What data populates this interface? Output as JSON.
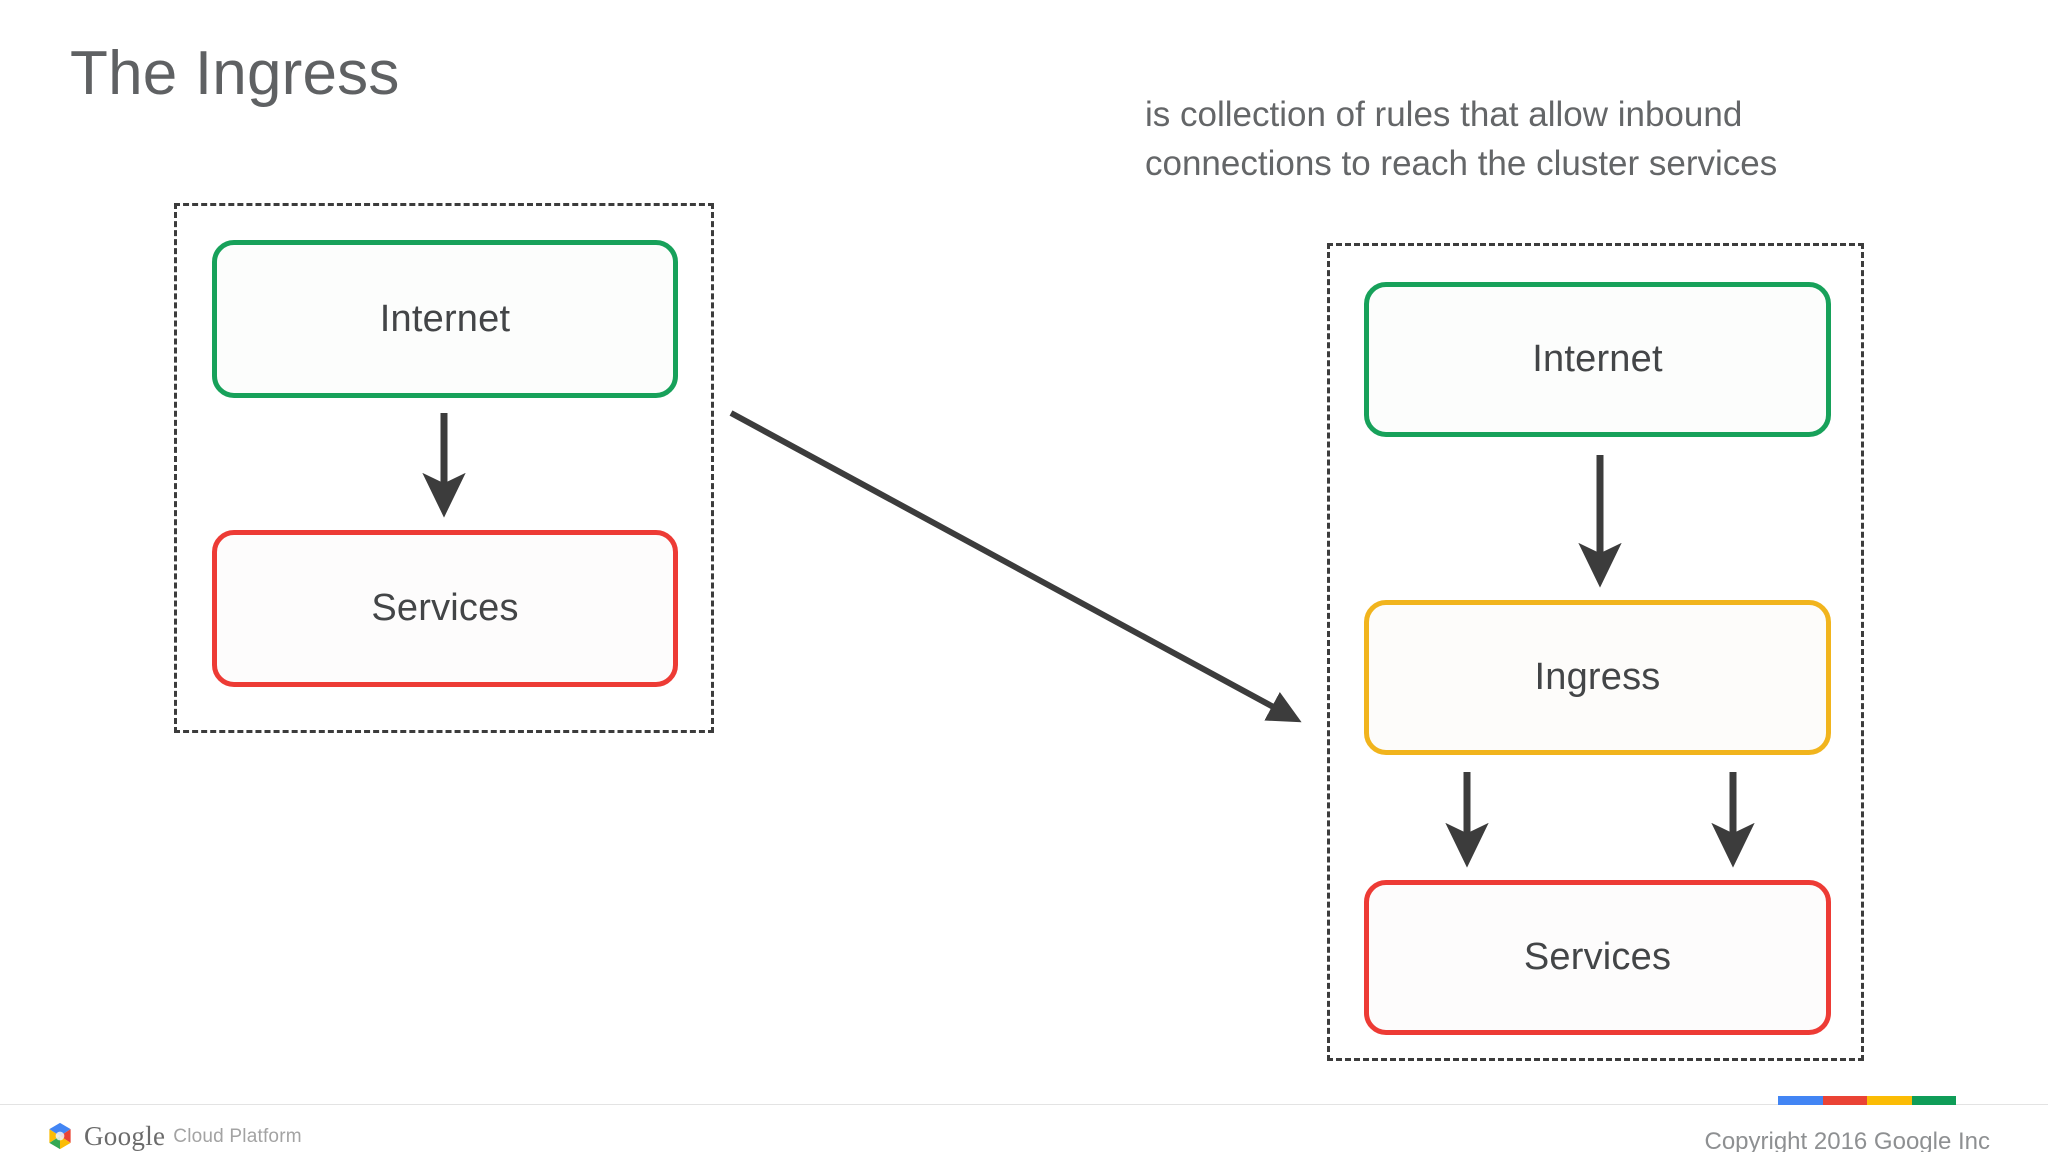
{
  "slide": {
    "title": "The Ingress",
    "description_lines": [
      "is collection of rules that allow inbound",
      "connections to reach the cluster services"
    ]
  },
  "left_cluster": {
    "nodes": [
      {
        "label": "Internet",
        "color": "#17a15a",
        "kind": "green"
      },
      {
        "label": "Services",
        "color": "#ed3b35",
        "kind": "red"
      }
    ]
  },
  "right_cluster": {
    "nodes": [
      {
        "label": "Internet",
        "color": "#17a15a",
        "kind": "green"
      },
      {
        "label": "Ingress",
        "color": "#f1b41d",
        "kind": "amber"
      },
      {
        "label": "Services",
        "color": "#ed3b35",
        "kind": "red"
      }
    ]
  },
  "footer": {
    "brand_name": "Google",
    "brand_suffix": "Cloud Platform",
    "copyright": "Copyright 2016 Google Inc",
    "bar_colors": [
      "#4285f4",
      "#ea4335",
      "#fbbc05",
      "#0f9d58"
    ]
  },
  "colors": {
    "title_text": "#5f6163",
    "body_text": "#646668",
    "node_text": "#434547",
    "arrow": "#3c3c3c",
    "dashed_border": "#3c3c3c",
    "background": "#ffffff"
  }
}
